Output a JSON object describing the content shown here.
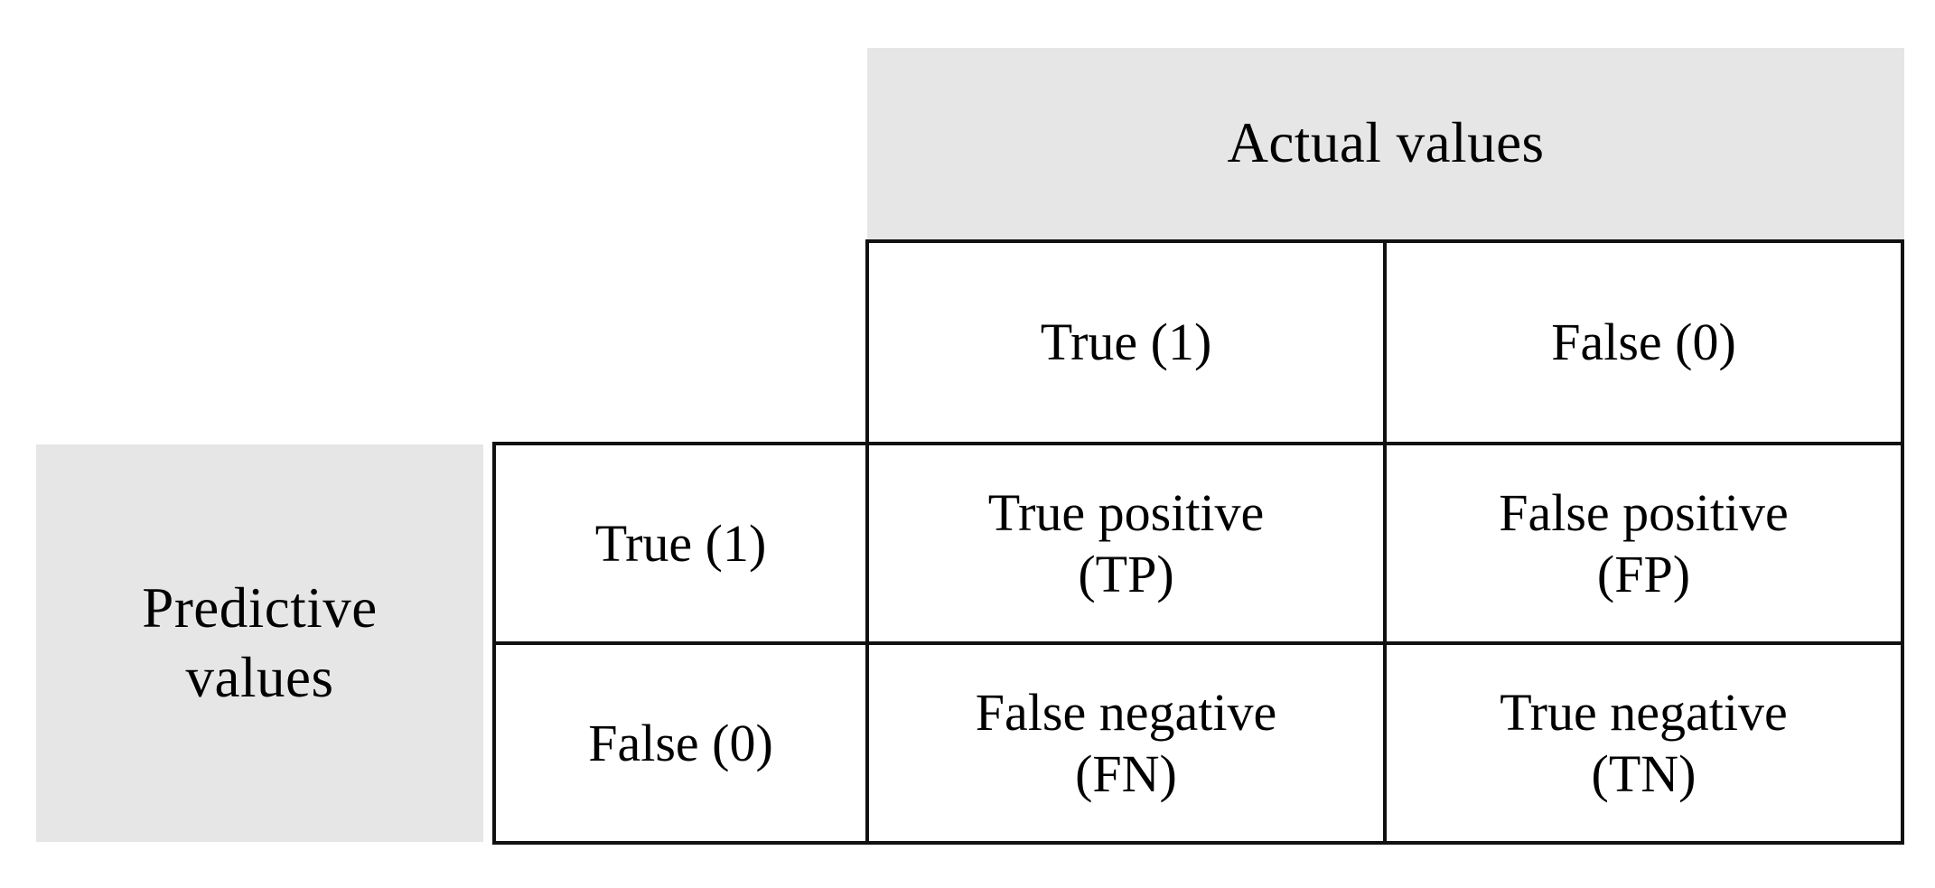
{
  "figure": {
    "kind": "confusion-matrix",
    "colors": {
      "banner_background": "#E6E6E6",
      "cell_background": "#FFFFFF",
      "border": "#111111",
      "text": "#000000"
    }
  },
  "actual_axis": {
    "title": "Actual values",
    "categories": [
      "True (1)",
      "False (0)"
    ]
  },
  "predictive_axis": {
    "title_line1": "Predictive",
    "title_line2": "values",
    "categories": [
      "True (1)",
      "False (0)"
    ]
  },
  "cells": [
    {
      "row_label": "True (1)",
      "values": [
        {
          "name_line1": "True positive",
          "name_line2": "(TP)"
        },
        {
          "name_line1": "False positive",
          "name_line2": "(FP)"
        }
      ]
    },
    {
      "row_label": "False (0)",
      "values": [
        {
          "name_line1": "False negative",
          "name_line2": "(FN)"
        },
        {
          "name_line1": "True negative",
          "name_line2": "(TN)"
        }
      ]
    }
  ]
}
